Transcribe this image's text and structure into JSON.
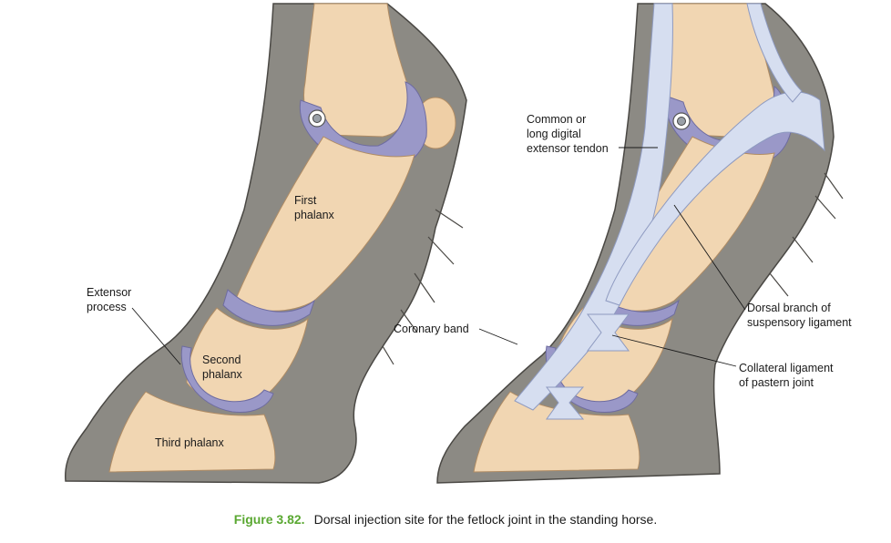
{
  "colors": {
    "background_shape": "#8c8a84",
    "bone": "#f1d6b2",
    "bone_shadow": "#d9b68c",
    "cartilage": "#9a98c8",
    "tendon": "#d6def0",
    "caption_accent": "#5aa832"
  },
  "left_panel": {
    "labels": {
      "first_phalanx": [
        "First",
        "phalanx"
      ],
      "extensor_process": [
        "Extensor",
        "process"
      ],
      "second_phalanx": [
        "Second",
        "phalanx"
      ],
      "third_phalanx": "Third phalanx"
    },
    "icons": [
      "injection-site-icon"
    ]
  },
  "right_panel": {
    "labels": {
      "common_extensor": [
        "Common or",
        "long digital",
        "extensor tendon"
      ],
      "coronary_band": "Coronary band",
      "dorsal_branch": [
        "Dorsal branch of",
        "suspensory ligament"
      ],
      "collateral_ligament": [
        "Collateral ligament",
        "of pastern joint"
      ]
    },
    "icons": [
      "injection-site-icon"
    ]
  },
  "caption": {
    "figure_number": "Figure 3.82.",
    "text": "Dorsal injection site for the fetlock joint in the standing horse."
  }
}
